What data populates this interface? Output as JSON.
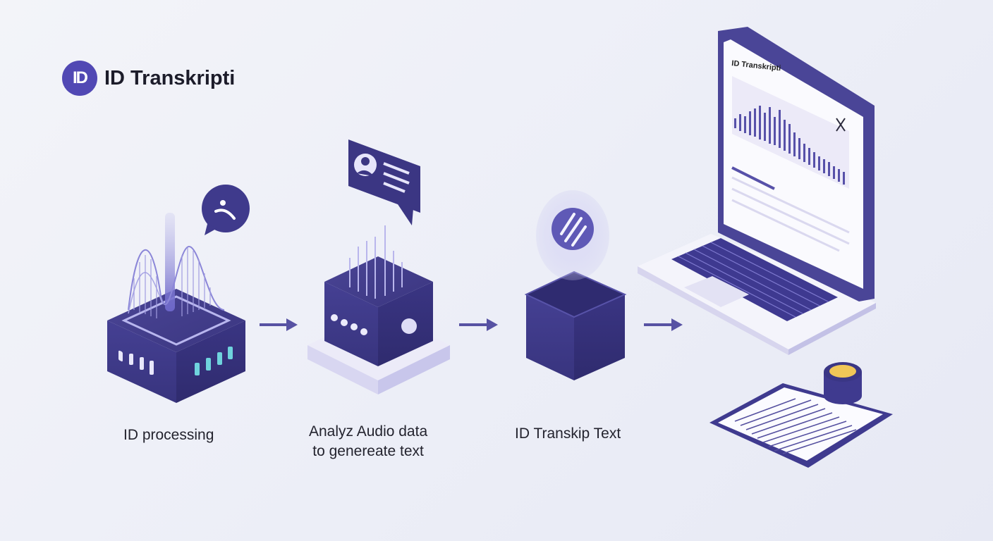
{
  "brand": {
    "logo_text": "ID Transkripti",
    "logo_mark": "ID",
    "accent": "#4b4599"
  },
  "steps": [
    {
      "label": "ID processing"
    },
    {
      "label_line1": "Analyz Audio data",
      "label_line2": "to genereate text"
    },
    {
      "label": "ID Transkip Text"
    }
  ],
  "laptop": {
    "screen_title": "ID Transkripti"
  },
  "icons": [
    "waveform-icon",
    "speech-bubble-icon",
    "profile-bubble-icon",
    "arrow-right-icon",
    "laptop-icon",
    "document-icon",
    "coin-stack-icon"
  ]
}
